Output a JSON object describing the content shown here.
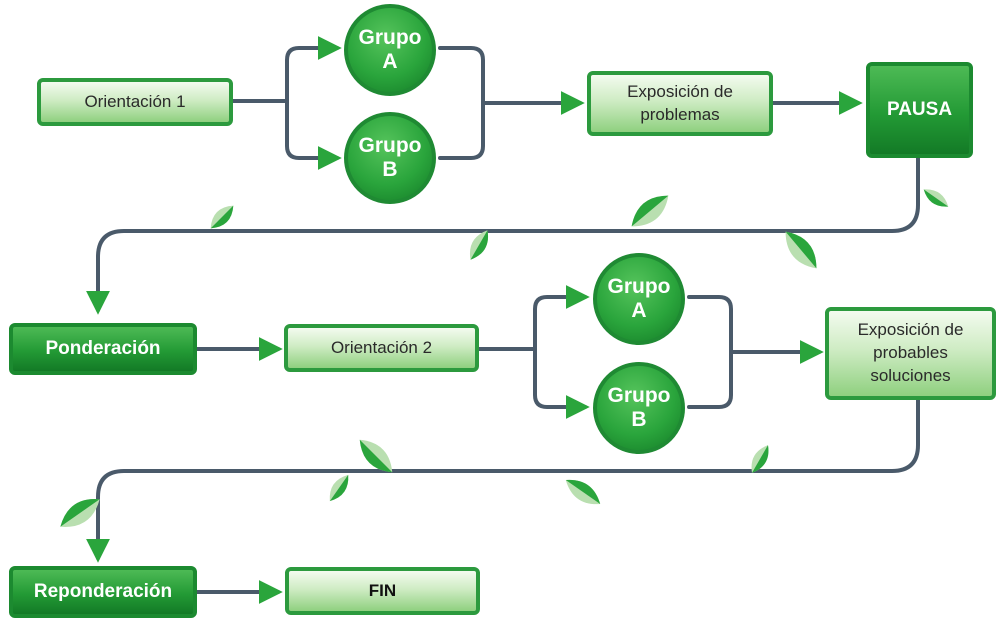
{
  "nodes": {
    "orientacion1": "Orientación 1",
    "grupo_a_1": [
      "Grupo",
      "A"
    ],
    "grupo_b_1": [
      "Grupo",
      "B"
    ],
    "exposicion_problemas": [
      "Exposición de",
      "problemas"
    ],
    "pausa": "PAUSA",
    "ponderacion": "Ponderación",
    "orientacion2": "Orientación 2",
    "grupo_a_2": [
      "Grupo",
      "A"
    ],
    "grupo_b_2": [
      "Grupo",
      "B"
    ],
    "exposicion_soluciones": [
      "Exposición de",
      "probables",
      "soluciones"
    ],
    "reponderacion": "Reponderación",
    "fin": "FIN"
  },
  "colors": {
    "connector": "#4a5a6a",
    "arrowhead": "#2aa53c",
    "box_border": "#2c9a3e",
    "dark_fill": "#239a35",
    "leaf_dark": "#2aa53c",
    "leaf_light": "#b9dfb0"
  }
}
